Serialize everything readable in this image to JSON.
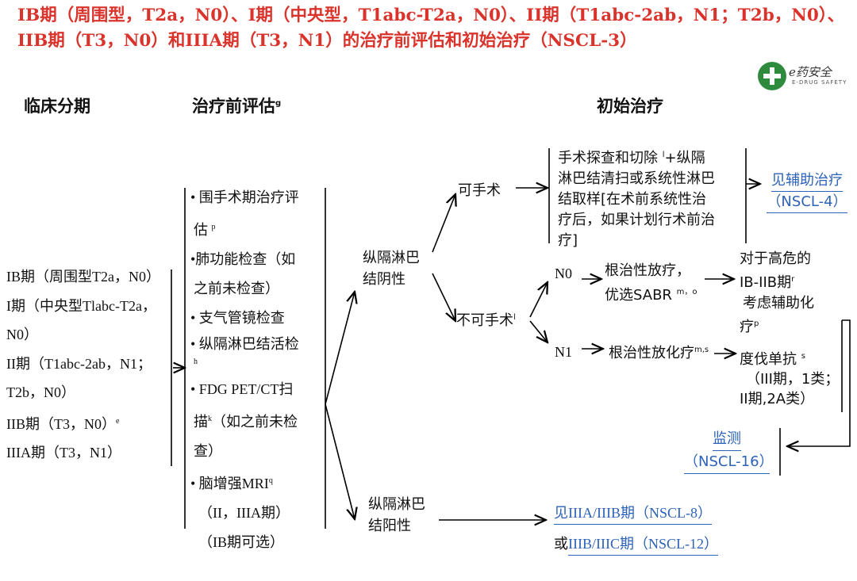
{
  "title": "IB期（周围型，T2a，N0）、I期（中央型，T1abc-T2a，N0）、II期（T1abc-2ab，N1；T2b，N0）、IIB期（T3，N0）和IIIA期（T3，N1）的治疗前评估和初始治疗（NSCL-3）",
  "logo": {
    "brand": "e药安全",
    "sub": "E-DRUG SAFETY"
  },
  "headers": {
    "staging": "临床分期",
    "eval": "治疗前评估",
    "eval_sup": "g",
    "treatment": "初始治疗"
  },
  "stages": [
    "IB期（周围型T2a，N0）",
    "I期（中央型Tlabc-T2a，",
    "N0）",
    "II期（T1abc-2ab，N1；",
    "T2b，N0）",
    "IIB期（T3，N0）",
    "IIIA期（T3，N1）"
  ],
  "stage_sup": "e",
  "eval_items": [
    "• 围手术期治疗评",
    "估",
    "•肺功能检查（如",
    "之前未检查）",
    "• 支气管镜检查",
    "• 纵隔淋巴结活检",
    "• FDG PET/CT扫",
    "描",
    "（如之前未检",
    "查）",
    "• 脑增强MRI",
    "（II，IIIA期）",
    "（IB期可选）"
  ],
  "eval_sups": {
    "p": "p",
    "h": "h",
    "k": "k",
    "q": "q"
  },
  "node_neg": [
    "纵隔淋巴",
    "结阴性"
  ],
  "node_pos": [
    "纵隔淋巴",
    "结阳性"
  ],
  "operable": "可手术",
  "inoperable": "不可手术",
  "inoperable_sup": "l",
  "surgery": [
    "手术探查和切除",
    "+纵隔",
    "淋巴结清扫或系统性淋巴",
    "结取样[在术前系统性治",
    "疗后，如果计划行术前治",
    "疗]"
  ],
  "surgery_sup": "l",
  "adjuvant": [
    "见辅助治疗",
    "（NSCL-4）"
  ],
  "n0": "N0",
  "n1": "N1",
  "rt_n0": [
    "根治性放疗，",
    "优选SABR"
  ],
  "rt_n0_sup": "m，o",
  "rt_n1": "根治性放化疗",
  "rt_n1_sup": "m,s",
  "highrisk": [
    "对于高危的",
    "IB-IIB期",
    "考虑辅助化",
    "疗"
  ],
  "highrisk_sups": {
    "r": "r",
    "p": "p"
  },
  "durva": [
    "度伐单抗",
    "（III期，1类；",
    "II期,2A类）"
  ],
  "durva_sup": "s",
  "monitor": [
    "监测",
    "（NSCL-16）"
  ],
  "see8": {
    "prefix": "",
    "link": "见IIIA/IIIB期（NSCL-8）"
  },
  "see12": {
    "prefix": "或",
    "link": "IIIB/IIIC期（NSCL-12）"
  }
}
